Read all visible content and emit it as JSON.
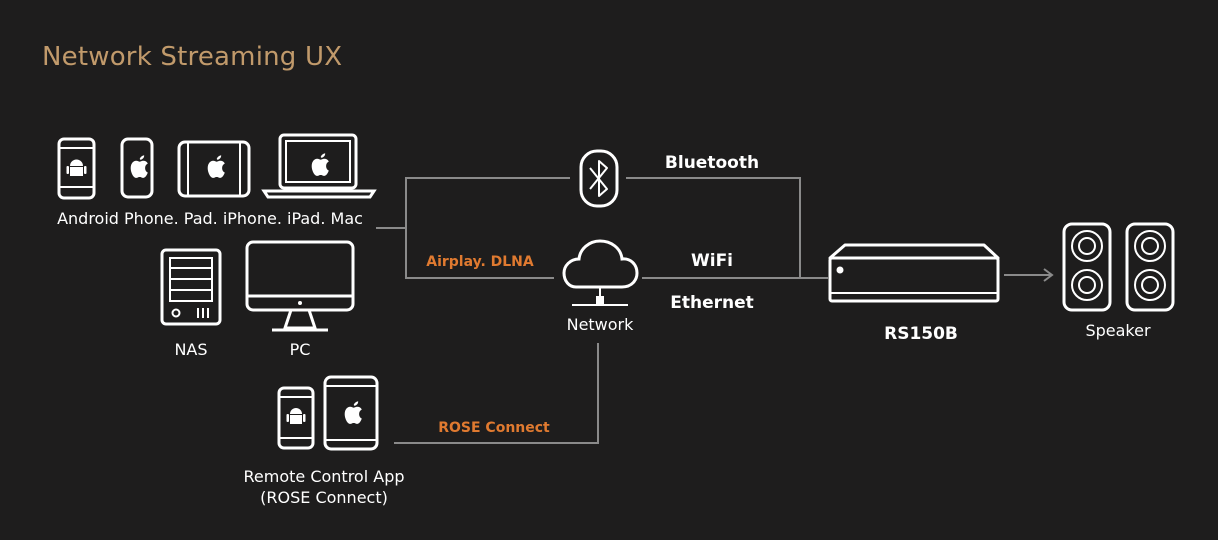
{
  "title": "Network Streaming UX",
  "labels": {
    "mobile_devices": "Android Phone. Pad. iPhone. iPad. Mac",
    "nas": "NAS",
    "pc": "PC",
    "remote_app_line1": "Remote Control App",
    "remote_app_line2": "(ROSE Connect)",
    "network": "Network",
    "device": "RS150B",
    "speaker": "Speaker"
  },
  "connections": {
    "bluetooth": "Bluetooth",
    "wifi": "WiFi",
    "ethernet": "Ethernet",
    "airplay_dlna": "Airplay. DLNA",
    "rose_connect": "ROSE Connect"
  },
  "colors": {
    "background": "#1e1d1d",
    "title": "#c19a6b",
    "accent": "#e07a30",
    "line": "#8a8a8a"
  },
  "icons": [
    "android-phone-icon",
    "iphone-icon",
    "ipad-icon",
    "macbook-icon",
    "nas-icon",
    "pc-monitor-icon",
    "bluetooth-icon",
    "cloud-network-icon",
    "streamer-device-icon",
    "speaker-icon"
  ]
}
